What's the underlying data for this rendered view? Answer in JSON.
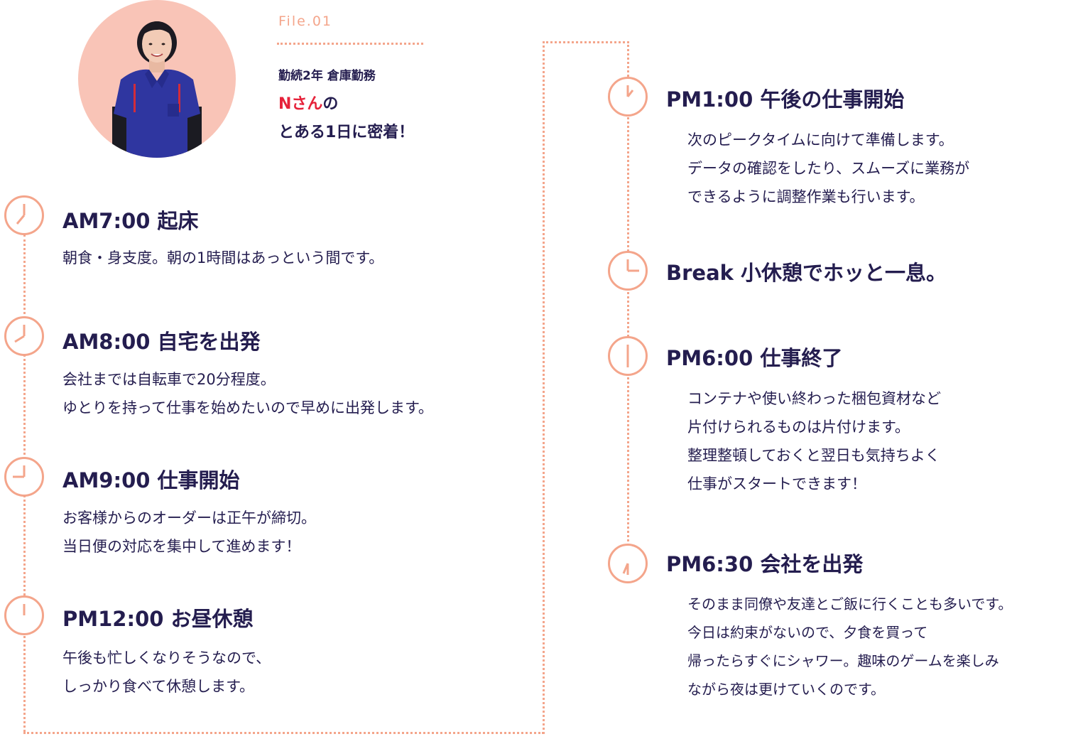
{
  "profile": {
    "file_label": "File.01",
    "meta": "勤続2年 倉庫勤務",
    "name": "Nさん",
    "name_suffix": "の",
    "headline": "とある1日に密着！"
  },
  "left_entries": [
    {
      "title": "AM7:00 起床",
      "lines": [
        "朝食・身支度。朝の1時間はあっという間です。"
      ]
    },
    {
      "title": "AM8:00 自宅を出発",
      "lines": [
        "会社までは自転車で20分程度。",
        "ゆとりを持って仕事を始めたいので早めに出発します。"
      ]
    },
    {
      "title": "AM9:00 仕事開始",
      "lines": [
        "お客様からのオーダーは正午が締切。",
        "当日便の対応を集中して進めます！"
      ]
    },
    {
      "title": "PM12:00 お昼休憩",
      "lines": [
        "午後も忙しくなりそうなので、",
        "しっかり食べて休憩します。"
      ]
    }
  ],
  "right_entries": [
    {
      "title": "PM1:00 午後の仕事開始",
      "lines": [
        "次のピークタイムに向けて準備します。",
        "データの確認をしたり、スムーズに業務が",
        "できるように調整作業も行います。"
      ]
    },
    {
      "title": "Break 小休憩でホッと一息。",
      "lines": []
    },
    {
      "title": "PM6:00 仕事終了",
      "lines": [
        "コンテナや使い終わった梱包資材など",
        "片付けられるものは片付けます。",
        "整理整頓しておくと翌日も気持ちよく",
        "仕事がスタートできます！"
      ]
    },
    {
      "title": "PM6:30 会社を出発",
      "lines": [
        "そのまま同僚や友達とご飯に行くことも多いです。",
        "今日は約束がないので、夕食を買って",
        "帰ったらすぐにシャワー。趣味のゲームを楽しみ",
        "ながら夜は更けていくのです。"
      ]
    }
  ],
  "colors": {
    "accent": "#f4a58b",
    "text": "#241d4f",
    "highlight": "#e6223a",
    "avatar_bg": "#f9c4b7",
    "uniform": "#2f36a0"
  },
  "icons": [
    "clock-icon"
  ]
}
